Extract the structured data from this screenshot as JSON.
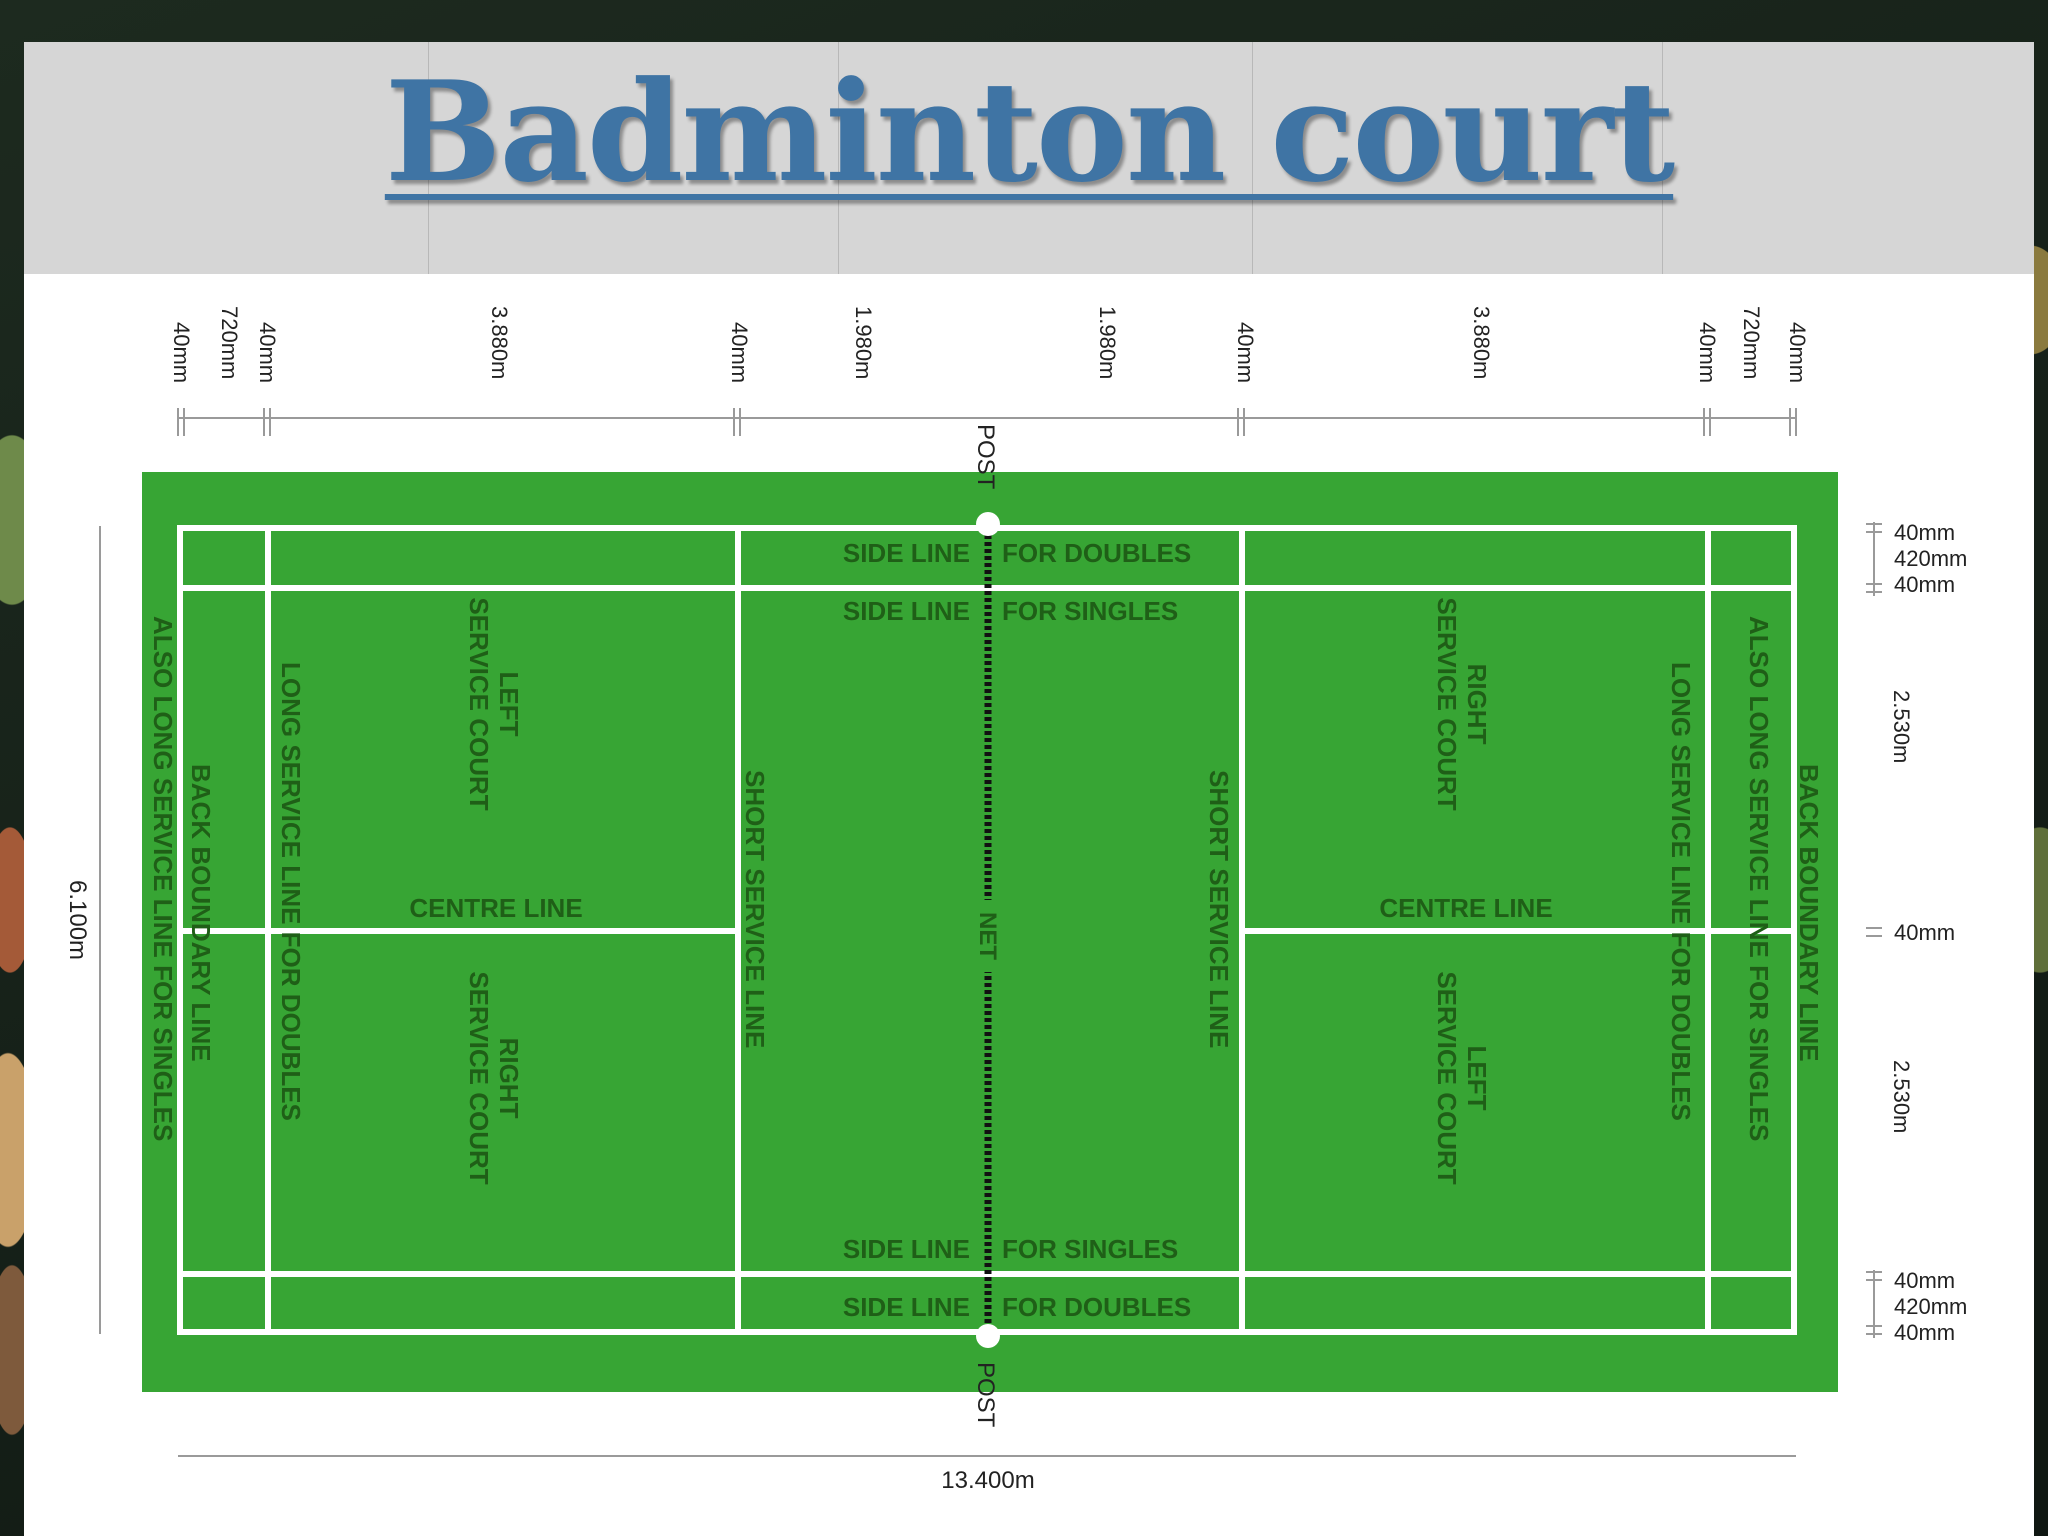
{
  "title": "Badminton court",
  "colors": {
    "court": "#37a534",
    "lines": "#ffffff",
    "title": "#3f74a4",
    "label": "#1f5f17"
  },
  "top_dimensions": [
    "40mm",
    "720mm",
    "40mm",
    "3.880m",
    "40mm",
    "1.980m",
    "1.980m",
    "40mm",
    "3.880m",
    "40mm",
    "720mm",
    "40mm"
  ],
  "right_dimensions": [
    "40mm",
    "420mm",
    "40mm",
    "2.530m",
    "40mm",
    "2.530m",
    "40mm",
    "420mm",
    "40mm"
  ],
  "overall": {
    "width": "6.100m",
    "length": "13.400m"
  },
  "posts": {
    "top": "POST",
    "bottom": "POST"
  },
  "net": "NET",
  "side_lines": {
    "doubles_left": "SIDE LINE",
    "doubles_right": "FOR DOUBLES",
    "singles_left": "SIDE LINE",
    "singles_right": "FOR SINGLES"
  },
  "left_half": {
    "also_long": "ALSO LONG SERVICE LINE FOR SINGLES",
    "back_boundary": "BACK BOUNDARY LINE",
    "long_doubles": "LONG SERVICE LINE FOR DOUBLES",
    "upper_court": [
      "LEFT",
      "SERVICE COURT"
    ],
    "lower_court": [
      "RIGHT",
      "SERVICE COURT"
    ],
    "centre": "CENTRE LINE",
    "short_service": "SHORT SERVICE LINE"
  },
  "right_half": {
    "also_long": "ALSO LONG SERVICE LINE FOR SINGLES",
    "back_boundary": "BACK BOUNDARY LINE",
    "long_doubles": "LONG SERVICE LINE FOR DOUBLES",
    "upper_court": [
      "RIGHT",
      "SERVICE COURT"
    ],
    "lower_court": [
      "LEFT",
      "SERVICE COURT"
    ],
    "centre": "CENTRE LINE",
    "short_service": "SHORT SERVICE LINE"
  }
}
